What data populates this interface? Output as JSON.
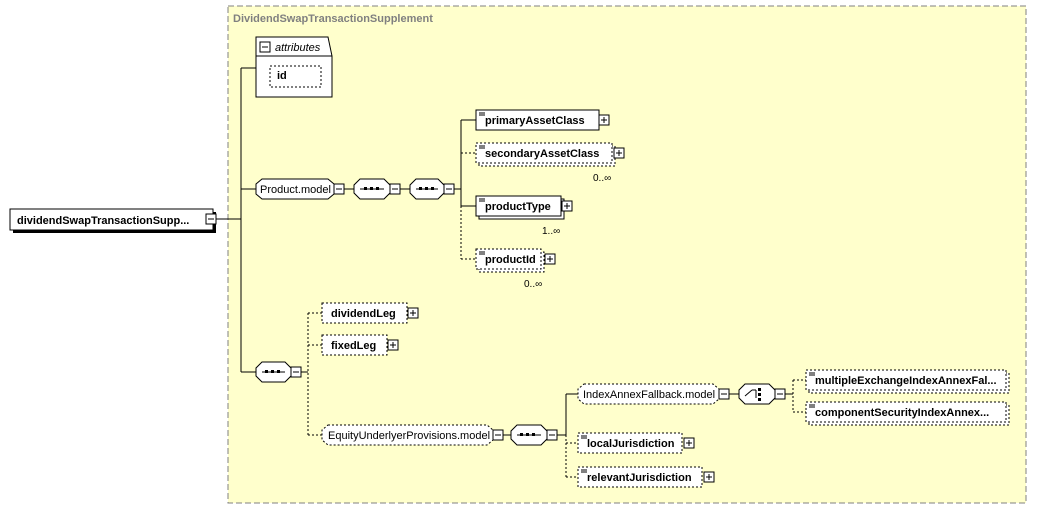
{
  "diagram": {
    "root": {
      "label": "dividendSwapTransactionSupp..."
    },
    "complex_type": {
      "title": "DividendSwapTransactionSupplement"
    },
    "attributes": {
      "header": "attributes",
      "items": [
        "id"
      ]
    },
    "product_model": {
      "label": "Product.model",
      "elements": [
        {
          "label": "primaryAssetClass",
          "occurs": ""
        },
        {
          "label": "secondaryAssetClass",
          "occurs": "0..∞"
        },
        {
          "label": "productType",
          "occurs": "1..∞"
        },
        {
          "label": "productId",
          "occurs": "0..∞"
        }
      ]
    },
    "legs": [
      {
        "label": "dividendLeg"
      },
      {
        "label": "fixedLeg"
      }
    ],
    "equity_provisions": {
      "label": "EquityUnderlyerProvisions.model",
      "index_fallback": {
        "label": "IndexAnnexFallback.model",
        "choices": [
          {
            "label": "multipleExchangeIndexAnnexFal..."
          },
          {
            "label": "componentSecurityIndexAnnex..."
          }
        ]
      },
      "elements": [
        {
          "label": "localJurisdiction"
        },
        {
          "label": "relevantJurisdiction"
        }
      ]
    }
  }
}
